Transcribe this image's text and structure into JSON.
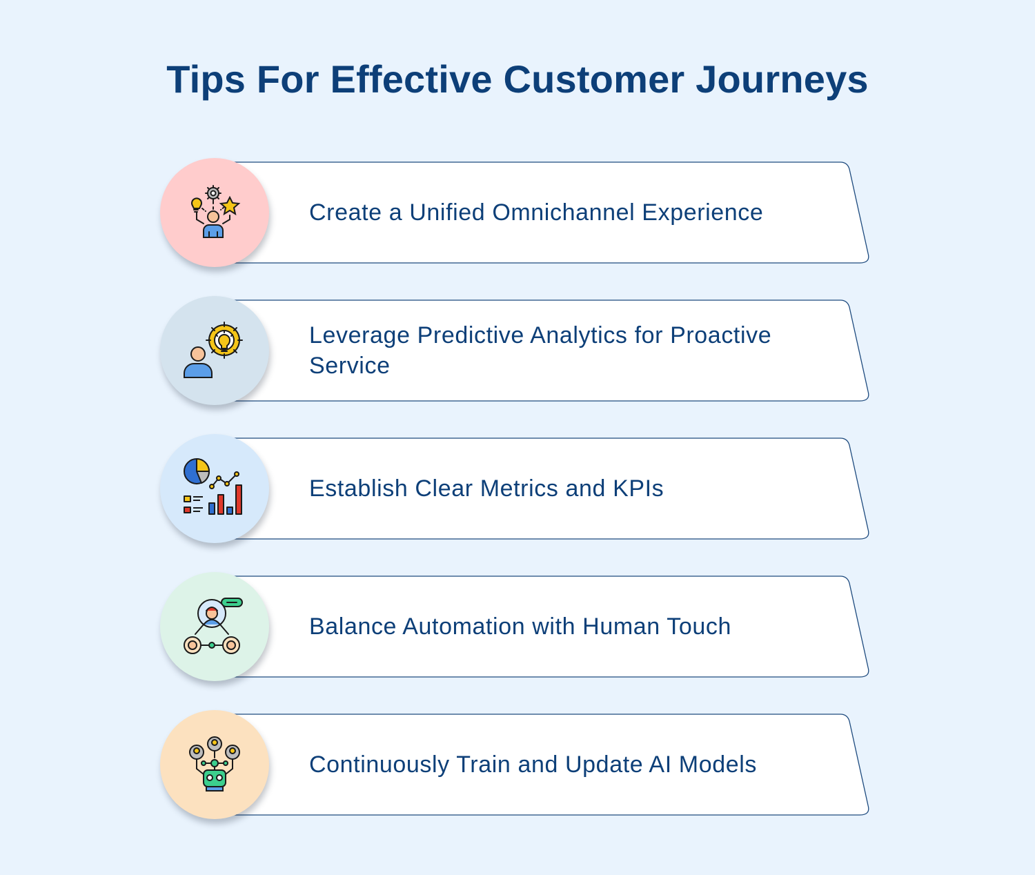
{
  "title": "Tips For Effective Customer Journeys",
  "colors": {
    "background": "#e9f3fd",
    "title": "#0d3f78",
    "card_border": "#1d4a7e",
    "card_fill": "#ffffff"
  },
  "tips": [
    {
      "text": "Create a Unified Omnichannel Experience",
      "icon": "person-ideas-icon",
      "circle_color": "#ffcccc"
    },
    {
      "text": "Leverage Predictive Analytics for Proactive Service",
      "icon": "person-gear-bulb-icon",
      "circle_color": "#d4e3ee"
    },
    {
      "text": "Establish Clear Metrics and KPIs",
      "icon": "charts-icon",
      "circle_color": "#d6e9fb"
    },
    {
      "text": "Balance Automation with Human Touch",
      "icon": "agent-network-icon",
      "circle_color": "#ddf3e8"
    },
    {
      "text": "Continuously Train and Update AI Models",
      "icon": "robot-users-icon",
      "circle_color": "#fce1bf"
    }
  ]
}
